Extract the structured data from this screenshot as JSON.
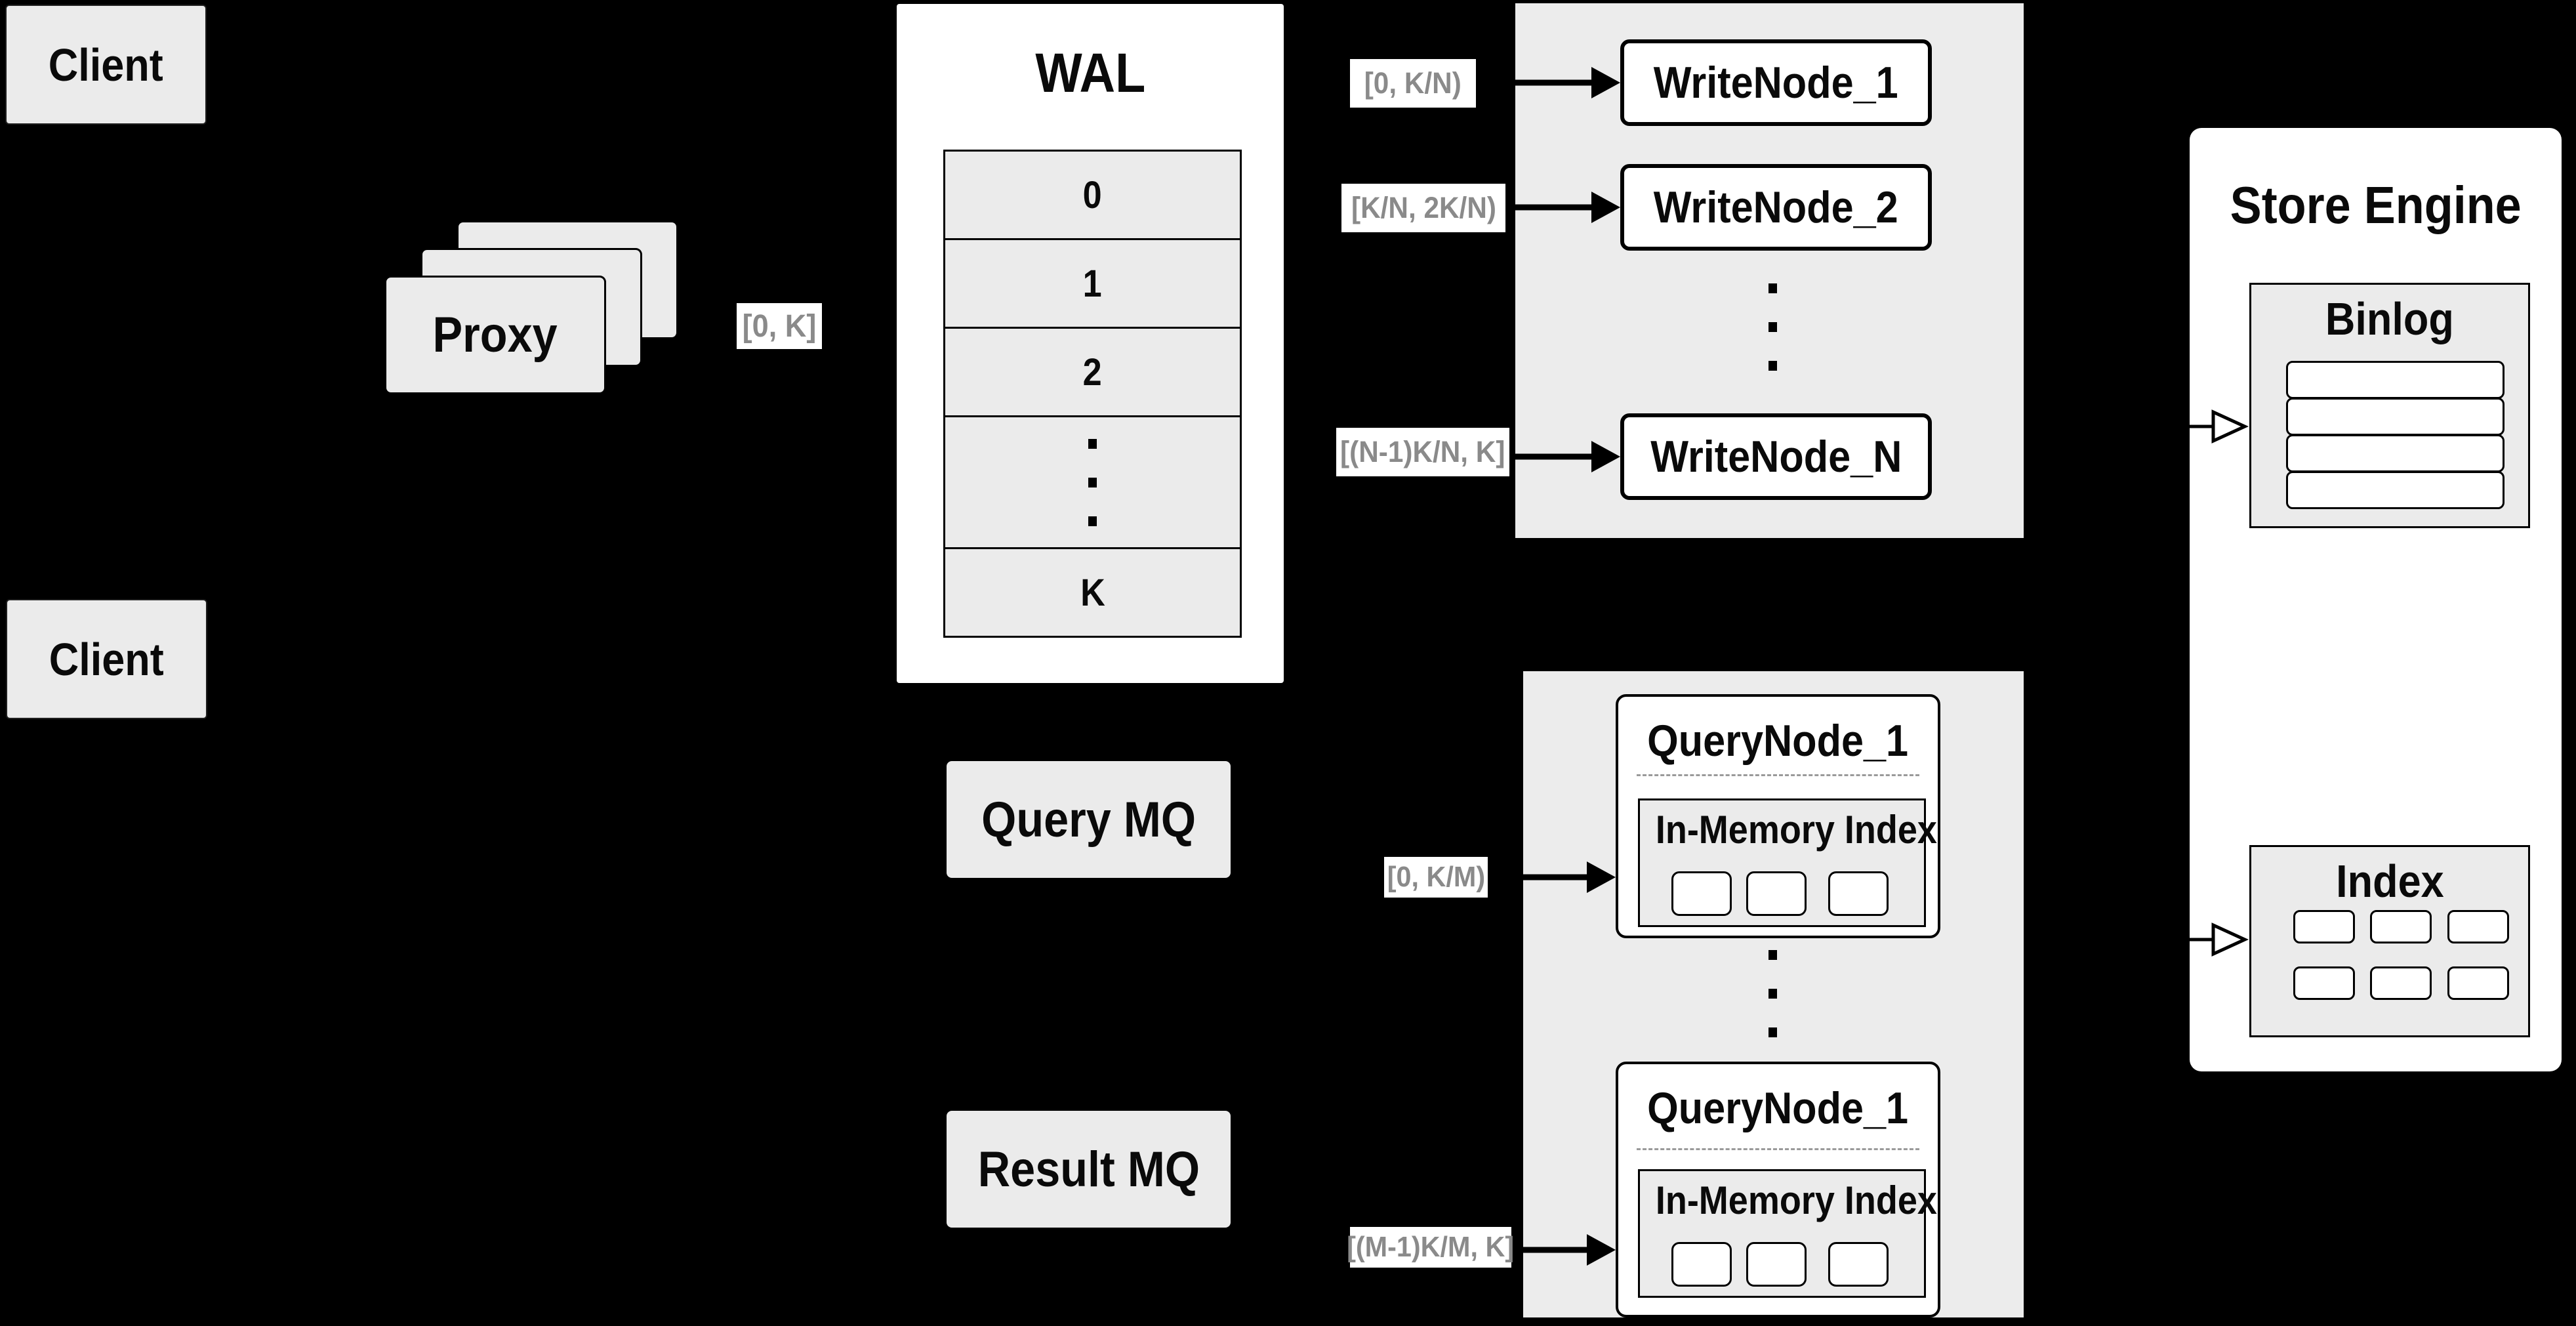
{
  "colors": {
    "background": "#000000",
    "panel_gray": "#ececec",
    "box_gray": "#ebebeb",
    "box_white": "#ffffff",
    "border": "#000000",
    "range_label_text": "#8a8a8a",
    "divider_dash": "#9a9a9a"
  },
  "clients": {
    "top": "Client",
    "bottom": "Client"
  },
  "proxy": {
    "label": "Proxy",
    "range_out": "[0, K]"
  },
  "wal": {
    "title": "WAL",
    "segments": [
      "0",
      "1",
      "2"
    ],
    "last_segment": "K"
  },
  "write_nodes": {
    "items": [
      {
        "range": "[0, K/N)",
        "name": "WriteNode_1"
      },
      {
        "range": "[K/N, 2K/N)",
        "name": "WriteNode_2"
      },
      {
        "range": "[(N-1)K/N, K]",
        "name": "WriteNode_N"
      }
    ]
  },
  "mq": {
    "query": "Query MQ",
    "result": "Result MQ"
  },
  "query_nodes": {
    "items": [
      {
        "range": "[0, K/M)",
        "name": "QueryNode_1",
        "inner_title": "In-Memory Index"
      },
      {
        "range": "[(M-1)K/M, K]",
        "name": "QueryNode_1",
        "inner_title": "In-Memory Index"
      }
    ]
  },
  "store_engine": {
    "title": "Store Engine",
    "binlog_title": "Binlog",
    "index_title": "Index"
  }
}
